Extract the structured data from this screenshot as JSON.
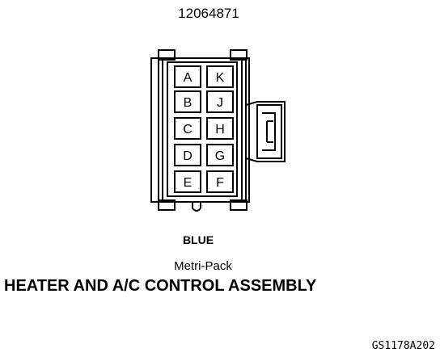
{
  "part_number": "12064871",
  "connector": {
    "pins_left": [
      "A",
      "B",
      "C",
      "D",
      "E"
    ],
    "pins_right": [
      "K",
      "J",
      "H",
      "G",
      "F"
    ]
  },
  "color": "BLUE",
  "connector_type": "Metri-Pack",
  "title": "HEATER AND A/C CONTROL ASSEMBLY",
  "figure_code": "GS1178A202"
}
